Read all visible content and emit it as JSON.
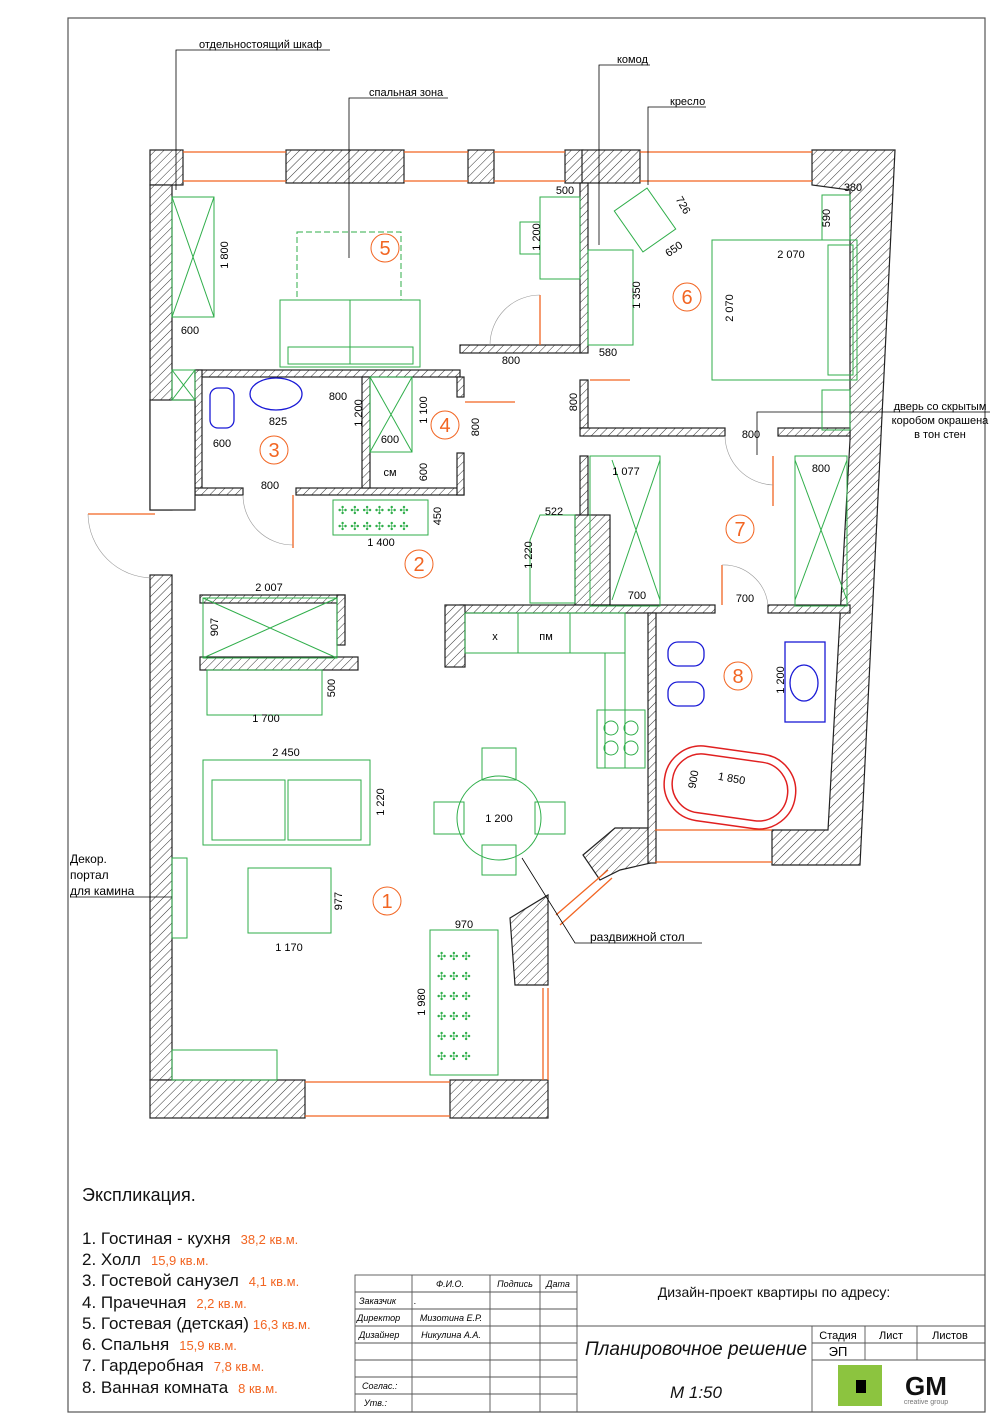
{
  "annotations": {
    "wardrobe": "отдельностоящий шкаф",
    "sleep_zone": "спальная зона",
    "dresser": "комод",
    "armchair": "кресло",
    "hidden_door": [
      "дверь со скрытым",
      "коробом окрашена",
      "в тон стен"
    ],
    "fireplace": [
      "Декор.",
      "портал",
      "для камина"
    ],
    "ext_table": "раздвижной стол"
  },
  "room_numbers": [
    "1",
    "2",
    "3",
    "4",
    "5",
    "6",
    "7",
    "8"
  ],
  "dims": [
    "600",
    "1 800",
    "500",
    "1 200",
    "726",
    "650",
    "1 350",
    "580",
    "380",
    "590",
    "2 070",
    "2 070",
    "800",
    "800",
    "800",
    "825",
    "1 200",
    "600",
    "600",
    "1 100",
    "800",
    "600",
    "см",
    "800",
    "450",
    "1 400",
    "522",
    "1 220",
    "1 077",
    "800",
    "800",
    "700",
    "700",
    "2 007",
    "907",
    "500",
    "1 700",
    "2 450",
    "1 220",
    "1 200",
    "977",
    "1 170",
    "970",
    "1 980",
    "1 200",
    "1 850",
    "900",
    "х",
    "пм"
  ],
  "legend": {
    "title": "Экспликация.",
    "items": [
      {
        "name": "1. Гостиная - кухня",
        "area": "38,2 кв.м."
      },
      {
        "name": "2. Холл",
        "area": "15,9 кв.м."
      },
      {
        "name": "3. Гостевой санузел",
        "area": "4,1 кв.м."
      },
      {
        "name": "4. Прачечная",
        "area": "2,2 кв.м."
      },
      {
        "name": "5. Гостевая (детская)",
        "area": "16,3 кв.м."
      },
      {
        "name": "6. Спальня",
        "area": "15,9 кв.м."
      },
      {
        "name": "7. Гардеробная",
        "area": "7,8 кв.м."
      },
      {
        "name": "8. Ванная комната",
        "area": "8 кв.м."
      }
    ]
  },
  "title_block": {
    "headers": [
      "Ф.И.О.",
      "Подпись",
      "Дата"
    ],
    "roles": [
      "Заказчик",
      "Директор",
      "Дизайнер",
      "",
      "",
      "Соглас.:",
      "Утв.:"
    ],
    "names": [
      ".",
      "Мизотина Е.Р.",
      "Никулина А.А."
    ],
    "project": "Дизайн-проект квартиры по адресу:",
    "sheet_title": "Планировочное решение",
    "scale": "М 1:50",
    "stage_label": "Стадия",
    "sheet_label": "Лист",
    "sheets_label": "Листов",
    "stage": "ЭП",
    "logo_text": "GM",
    "logo_sub": "creative group"
  },
  "colors": {
    "furniture": "#2fae4a",
    "accent": "#f26522",
    "sanitary": "#1a1ad6",
    "bath": "#e02020"
  }
}
